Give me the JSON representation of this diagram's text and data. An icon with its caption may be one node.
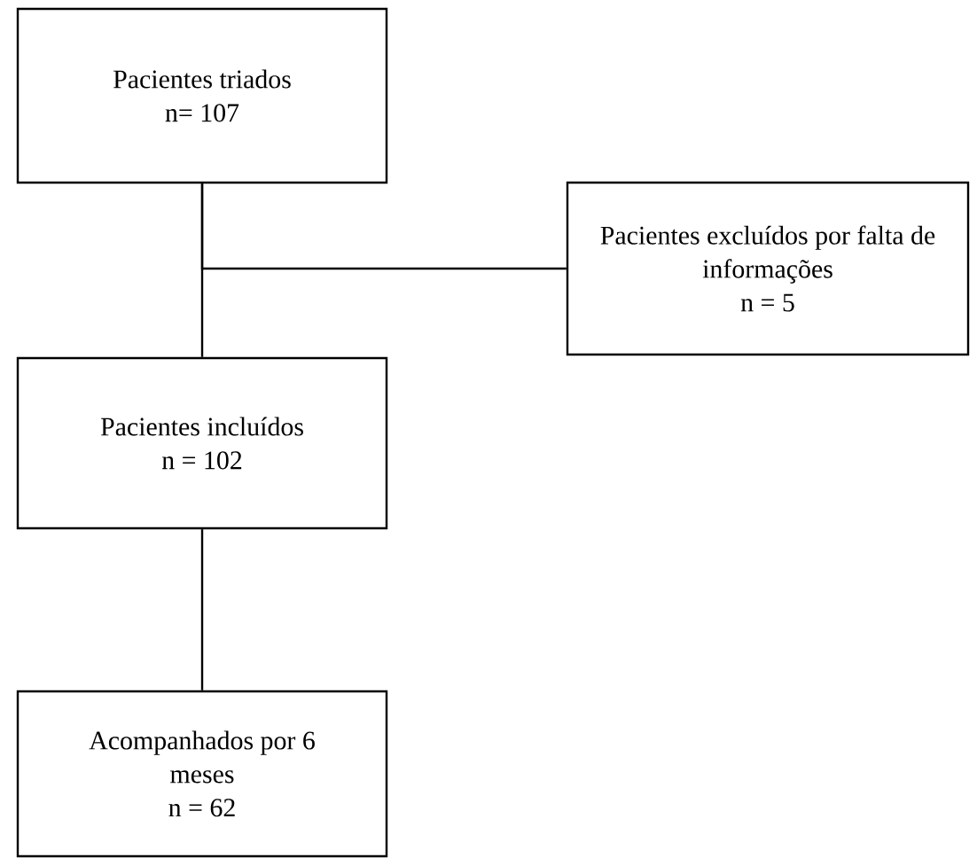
{
  "diagram": {
    "nodes": [
      {
        "text": [
          "Pacientes triados",
          "n= 107"
        ]
      },
      {
        "text": [
          "Pacientes excluídos por falta de informações",
          "n = 5"
        ]
      },
      {
        "text": [
          "Pacientes incluídos",
          "n = 102"
        ]
      },
      {
        "text": [
          "Acompanhados por 6 meses",
          "n = 62"
        ]
      }
    ],
    "edges": [
      {
        "from": 0,
        "to": 2,
        "arrow": "none"
      },
      {
        "from": 0,
        "to": 1,
        "arrow": "none"
      },
      {
        "from": 2,
        "to": 3,
        "arrow": "none"
      }
    ]
  }
}
